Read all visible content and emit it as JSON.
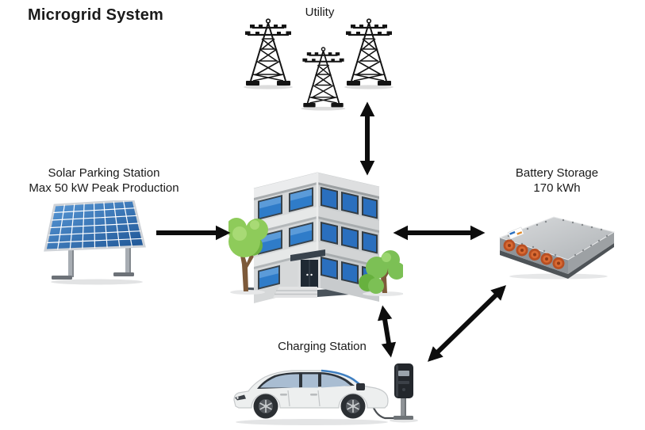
{
  "title": "Microgrid System",
  "nodes": {
    "utility": {
      "label": "Utility",
      "icon": "transmission-towers"
    },
    "solar": {
      "line1": "Solar Parking Station",
      "line2": "Max 50 kW Peak Production",
      "icon": "solar-panel"
    },
    "building": {
      "icon": "office-building"
    },
    "battery": {
      "line1": "Battery Storage",
      "line2": "170 kWh",
      "icon": "battery-unit"
    },
    "charging": {
      "label": "Charging Station",
      "icon": "electric-car-with-charging-post"
    }
  },
  "edges": [
    {
      "from": "solar",
      "to": "building",
      "direction": "one-way"
    },
    {
      "from": "utility",
      "to": "building",
      "direction": "two-way"
    },
    {
      "from": "building",
      "to": "battery",
      "direction": "two-way"
    },
    {
      "from": "building",
      "to": "charging",
      "direction": "two-way"
    },
    {
      "from": "battery",
      "to": "charging",
      "direction": "two-way"
    }
  ],
  "colors": {
    "arrow": "#0d0d0d",
    "text": "#1a1a1a",
    "solar_panel_blue": "#3579c0",
    "building_window_blue": "#2f7cc9",
    "battery_connector_orange": "#d4602c",
    "tree_green": "#8ecb5a",
    "background": "#ffffff"
  }
}
